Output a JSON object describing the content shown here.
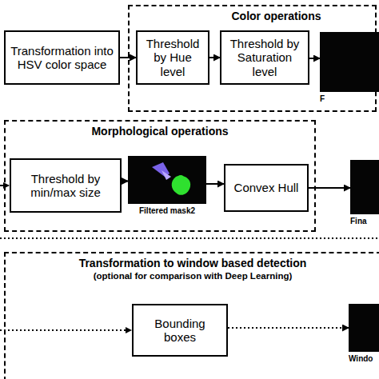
{
  "diagram": {
    "nodes": [
      {
        "text": [
          "Transformation into HSV color space"
        ]
      },
      {
        "text": [
          "Color operations"
        ]
      },
      {
        "text": [
          "Threshold by Hue level"
        ],
        "in": 1
      },
      {
        "text": [
          "Threshold by Saturation level"
        ],
        "in": 1
      },
      {
        "text": [
          "F"
        ],
        "in": 1
      },
      {
        "text": [
          "Morphological operations"
        ]
      },
      {
        "text": [
          "Threshold by min/max size"
        ],
        "in": 5
      },
      {
        "text": [
          "Filtered mask2"
        ],
        "in": 5
      },
      {
        "text": [
          "Convex Hull"
        ],
        "in": 5
      },
      {
        "text": [
          "Fina"
        ]
      },
      {
        "text": [
          "Transformation to window based detection",
          "(optional for comparison with Deep Learning)"
        ]
      },
      {
        "text": [
          "Bounding boxes"
        ],
        "in": 10
      },
      {
        "text": [
          "Windo"
        ],
        "in": 10
      }
    ],
    "edges": [
      {
        "from": 0,
        "to": 2,
        "arrow": "to"
      },
      {
        "from": 2,
        "to": 3,
        "arrow": "to"
      },
      {
        "from": 3,
        "to": 4,
        "arrow": "to"
      },
      {
        "from": 6,
        "to": 7,
        "arrow": "to"
      },
      {
        "from": 7,
        "to": 8,
        "arrow": "to"
      },
      {
        "from": 8,
        "to": 9,
        "arrow": "to"
      },
      {
        "from": 11,
        "to": 12,
        "arrow": "to"
      }
    ]
  }
}
